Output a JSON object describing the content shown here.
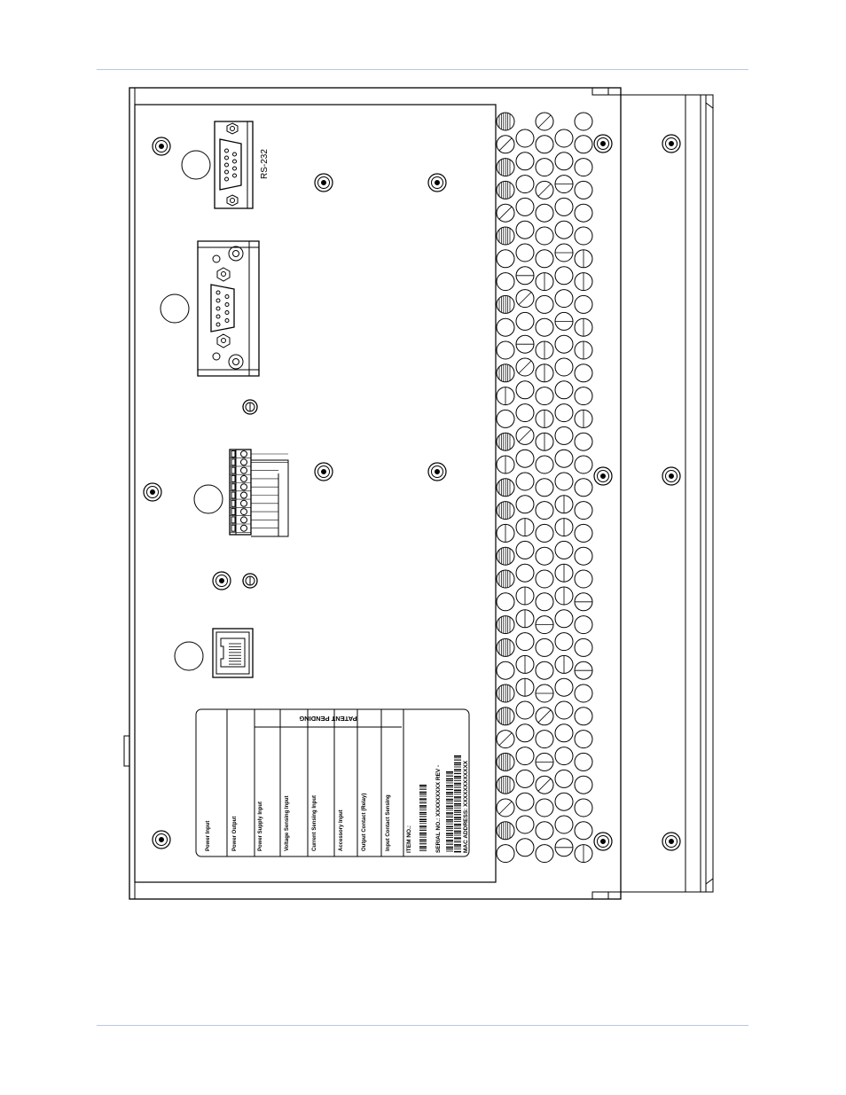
{
  "colors": {
    "rule": "#b9c7dc",
    "line": "#000000",
    "paper": "#ffffff"
  },
  "connector_labels": {
    "rs232": "RS-232"
  },
  "label_plate": {
    "patent": "PATENT PENDING",
    "columns": [
      "Power Input",
      "Power Output",
      "Power Supply Input",
      "Voltage Sensing Input",
      "Current Sensing Input",
      "Accessory Input",
      "Output Contact (Relay)",
      "Input Contact Sensing"
    ],
    "item_no": "ITEM NO.:",
    "serial": "SERIAL NO.: XXXXXXXXX  REV -",
    "mac": "MAC ADDRESS: XXXXXXXXXXXX"
  },
  "icons": {
    "rs232_port": "db9-connector-icon",
    "second_port": "db9-connector-icon",
    "terminal_block": "terminal-block-icon",
    "ethernet_port": "rj45-jack-icon",
    "vent": "ventilation-grille-icon"
  }
}
